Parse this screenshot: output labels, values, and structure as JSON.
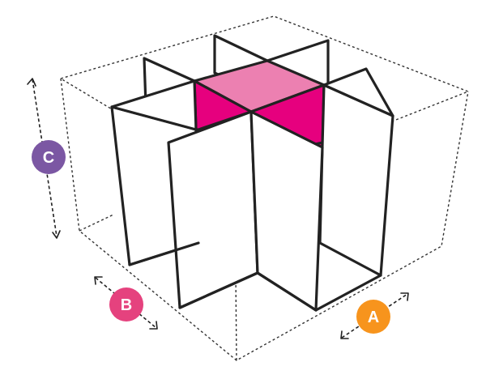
{
  "labels": {
    "a": "A",
    "b": "B",
    "c": "C"
  },
  "colors": {
    "badge_a": "#f7941d",
    "badge_b": "#e5427e",
    "badge_c": "#7b57a3",
    "accent_cell_top": "#ec80b1",
    "accent_cell_wall": "#e6007e"
  }
}
